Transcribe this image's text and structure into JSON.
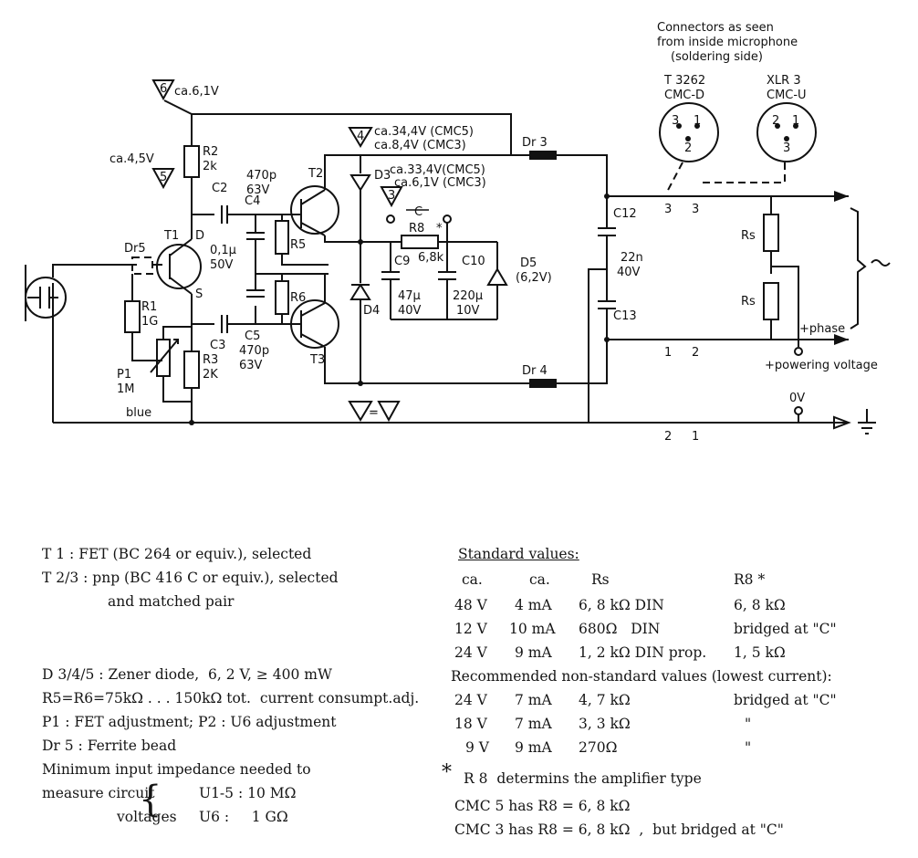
{
  "schematic": {
    "connector_note": [
      "Connectors as seen",
      "from inside microphone",
      "(soldering side)"
    ],
    "connector_left": {
      "name": "T 3262",
      "type": "CMC-D",
      "pins": [
        "3",
        "1",
        "2"
      ]
    },
    "connector_right": {
      "name": "XLR 3",
      "type": "CMC-U",
      "pins": [
        "2",
        "1",
        "3"
      ]
    },
    "voltages": {
      "v6": "ca.6,1V",
      "v5": "ca.4,5V",
      "v4a": "ca.34,4V (CMC5)",
      "v4b": "ca.8,4V (CMC3)",
      "v3a": "ca.33,4V(CMC5)",
      "v3b": "ca.6,1V (CMC3)",
      "zero": "0V"
    },
    "labels": {
      "r2": "R2",
      "r2v": "2k",
      "c4top1": "470p",
      "c4top2": "63V",
      "c2": "C2",
      "c4": "C4",
      "t2": "T2",
      "t1": "T1",
      "t3": "T3",
      "d": "D",
      "s": "S",
      "dr5": "Dr5",
      "r1": "R1",
      "r1v": "1G",
      "p1": "P1",
      "p1v": "1M",
      "blue": "blue",
      "r3": "R3",
      "r3v": "2K",
      "cmid1": "0,1µ",
      "cmid2": "50V",
      "r5": "R5",
      "r6": "R6",
      "c3": "C3",
      "c5": "C5",
      "c5v1": "470p",
      "c5v2": "63V",
      "d3": "D3",
      "d4": "D4",
      "c": "C",
      "r8": "R8",
      "r8v": "6,8k",
      "star": "*",
      "c9": "C9",
      "c9v1": "47µ",
      "c9v2": "40V",
      "c10": "C10",
      "c10v1": "220µ",
      "c10v2": "10V",
      "d5": "D5",
      "d5v": "(6,2V)",
      "dr3": "Dr 3",
      "dr4": "Dr 4",
      "c12": "C12",
      "c13": "C13",
      "cval1": "22n",
      "cval2": "40V",
      "rs1": "Rs",
      "rs2": "Rs",
      "phase": "+phase",
      "power": "+powering voltage",
      "pin33a": "3",
      "pin33b": "3",
      "pin12a": "1",
      "pin12b": "2",
      "pin21a": "2",
      "pin21b": "1",
      "tri_eq": "=",
      "tri4": "4",
      "tri5": "5",
      "tri6": "6",
      "tri3": "3"
    }
  },
  "notes": [
    "T 1 : FET (BC 264 or equiv.), selected",
    "T 2/3 : pnp (BC 416 C or equiv.), selected",
    "and matched pair",
    "D 3/4/5 : Zener diode,  6, 2 V, ≥ 400 mW",
    "R5=R6=75kΩ . . . 150kΩ tot.  current consumpt.adj.",
    "P1 : FET adjustment; P2 : U6 adjustment",
    "Dr 5 : Ferrite bead",
    "Minimum input impedance needed to",
    "measure circuit",
    "voltages",
    "U1-5 : 10 MΩ",
    "U6 :     1 GΩ"
  ],
  "standard": {
    "heading": "Standard values:",
    "cols": [
      "ca.",
      "ca.",
      "Rs",
      "R8 *"
    ],
    "rows": [
      [
        "48 V",
        "4 mA",
        "6, 8 kΩ DIN",
        "6, 8 kΩ"
      ],
      [
        "12 V",
        "10 mA",
        "680Ω   DIN",
        "bridged at \"C\""
      ],
      [
        "24 V",
        "9 mA",
        "1, 2 kΩ DIN prop.",
        "1, 5 kΩ"
      ]
    ],
    "recommended": "Recommended non-standard values (lowest current):",
    "rec_rows": [
      [
        "24 V",
        "7 mA",
        "4, 7 kΩ",
        "bridged at \"C\""
      ],
      [
        "18 V",
        "7 mA",
        "3, 3 kΩ",
        "\""
      ],
      [
        "9 V",
        "9 mA",
        "270Ω",
        "\""
      ]
    ],
    "footnote_star": "*",
    "footnote": "R 8  determins the amplifier type",
    "cmc5": "CMC 5 has R8 = 6, 8 kΩ",
    "cmc3": "CMC 3 has R8 = 6, 8 kΩ  ,  but bridged at \"C\""
  }
}
